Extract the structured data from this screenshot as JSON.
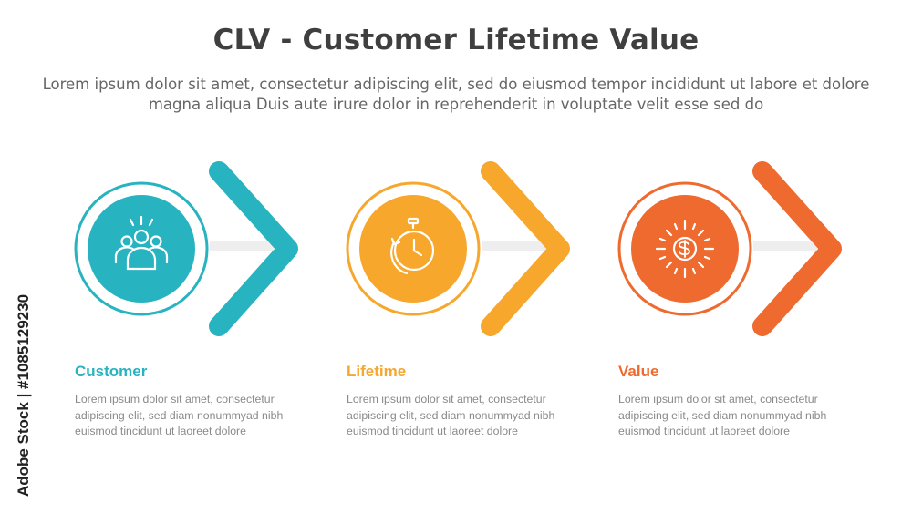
{
  "title": "CLV - Customer Lifetime Value",
  "subtitle": "Lorem ipsum dolor sit amet, consectetur adipiscing elit, sed do eiusmod tempor incididunt ut labore et dolore magna aliqua Duis aute irure dolor in reprehenderit in voluptate velit esse sed do",
  "steps": [
    {
      "label": "Customer",
      "body": "Lorem ipsum dolor sit amet, consectetur adipiscing elit, sed diam nonummyad nibh euismod tincidunt ut laoreet dolore",
      "color": "#27b3c0",
      "icon": "people-group-icon"
    },
    {
      "label": "Lifetime",
      "body": "Lorem ipsum dolor sit amet, consectetur adipiscing elit, sed diam nonummyad nibh euismod tincidunt ut laoreet dolore",
      "color": "#f6a72c",
      "icon": "stopwatch-cycle-icon"
    },
    {
      "label": "Value",
      "body": "Lorem ipsum dolor sit amet, consectetur adipiscing elit, sed diam nonummyad nibh euismod tincidunt ut laoreet dolore",
      "color": "#ee6a2f",
      "icon": "dollar-coin-icon"
    }
  ],
  "watermark": "Adobe Stock | #1085129230"
}
